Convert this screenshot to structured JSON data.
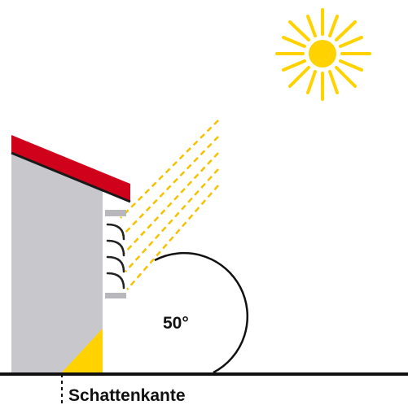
{
  "diagram": {
    "angle_label": "50°",
    "shadow_edge_label": "Schattenkante",
    "sun_angle_deg": 50,
    "colors": {
      "sun": "#ffd200",
      "sun_rays": "#ffd200",
      "light_beams": "#f6c200",
      "roof": "#d0021b",
      "roof_edge": "#1a1a1a",
      "wall": "#c8c8cc",
      "shadow": "#ffd200",
      "blind_slats": "#222222",
      "blind_box": "#b8b8bc",
      "ground": "#111111",
      "angle_arc": "#111111",
      "text": "#111111"
    },
    "icons": {
      "sun": "sun-icon",
      "blinds": "external-blind-icon"
    }
  }
}
